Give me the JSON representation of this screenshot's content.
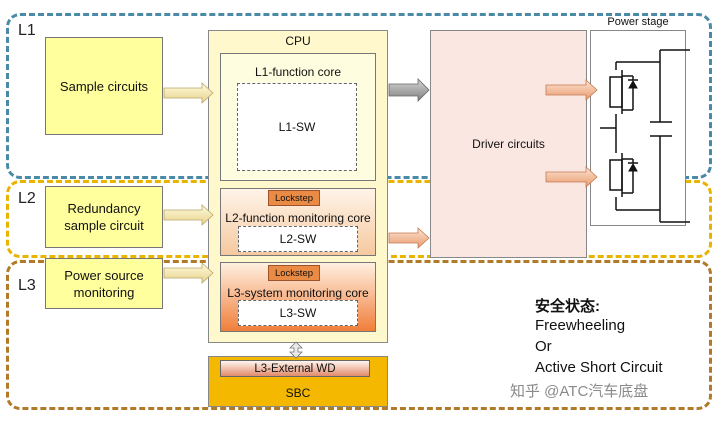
{
  "levels": {
    "l1": "L1",
    "l2": "L2",
    "l3": "L3"
  },
  "inputs": {
    "sample": "Sample circuits",
    "redundancy_line1": "Redundancy",
    "redundancy_line2": "sample circuit",
    "power_line1": "Power source",
    "power_line2": "monitoring"
  },
  "cpu": {
    "title": "CPU",
    "core1": "L1-function core",
    "sw1": "L1-SW",
    "lockstep": "Lockstep",
    "core2": "L2-function monitoring  core",
    "sw2": "L2-SW",
    "core3": "L3-system monitoring  core",
    "sw3": "L3-SW"
  },
  "sbc": {
    "wd": "L3-External WD",
    "label": "SBC"
  },
  "driver": "Driver circuits",
  "power_stage": "Power stage",
  "safe_state": {
    "title": "安全状态:",
    "line1": "Freewheeling",
    "line2": "Or",
    "line3": "Active Short Circuit"
  },
  "watermark": "知乎 @ATC汽车底盘",
  "colors": {
    "l1_border": "#4a8aa6",
    "l2_border": "#e8b400",
    "l3_border": "#b07a28",
    "input_fill": "#ffff9e",
    "sbc_fill": "#f5b800"
  }
}
